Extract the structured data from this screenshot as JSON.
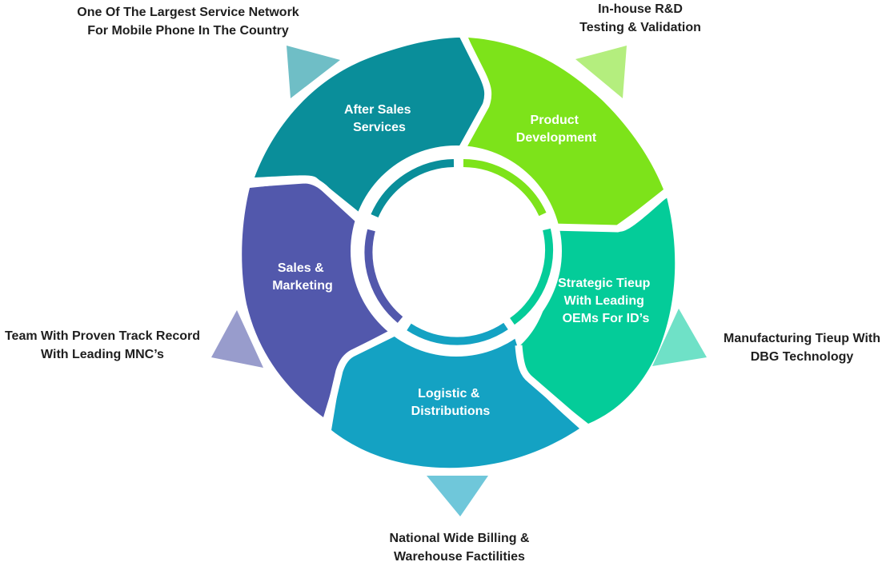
{
  "colors": {
    "after_sales": "#0A8E9A",
    "product_development": "#7DE31A",
    "strategic_tieup": "#04CC99",
    "logistic": "#14A2C3",
    "sales_marketing": "#5258AC",
    "pointer_after_sales": "#6FBEC6",
    "pointer_product": "#B4EE7E",
    "pointer_strategic": "#6FE1C7",
    "pointer_logistic": "#6FC7DA",
    "pointer_sales": "#989CCC"
  },
  "segments": {
    "after_sales": {
      "line1": "After Sales",
      "line2": "Services"
    },
    "product_development": {
      "line1": "Product",
      "line2": "Development"
    },
    "strategic_tieup": {
      "line1": "Strategic Tieup",
      "line2": "With Leading",
      "line3": "OEMs For ID’s"
    },
    "logistic": {
      "line1": "Logistic &",
      "line2": "Distributions"
    },
    "sales_marketing": {
      "line1": "Sales &",
      "line2": "Marketing"
    }
  },
  "outer_labels": {
    "service_network": {
      "line1": "One Of The Largest Service Network",
      "line2": "For Mobile Phone In The Country"
    },
    "rnd": {
      "line1": "In-house R&D",
      "line2": "Testing & Validation"
    },
    "manufacturing": {
      "line1": "Manufacturing Tieup With",
      "line2": "DBG Technology"
    },
    "billing": {
      "line1": "National Wide Billing &",
      "line2": "Warehouse Factilities"
    },
    "team": {
      "line1": "Team With Proven Track Record",
      "line2": "With Leading MNC’s"
    }
  }
}
